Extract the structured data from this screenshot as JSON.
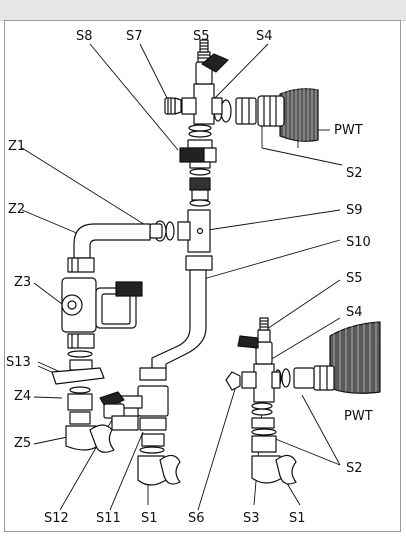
{
  "labels": {
    "S8": "S8",
    "S7": "S7",
    "S5_top": "S5",
    "S4_top": "S4",
    "PWT_top": "PWT",
    "S2_top": "S2",
    "Z1": "Z1",
    "S9": "S9",
    "Z2": "Z2",
    "S10": "S10",
    "Z3": "Z3",
    "S5_mid": "S5",
    "S4_mid": "S4",
    "S13": "S13",
    "Z4": "Z4",
    "PWT_bot": "PWT",
    "Z5": "Z5",
    "S2_bot": "S2",
    "S12": "S12",
    "S11": "S11",
    "S1_left": "S1",
    "S6": "S6",
    "S3": "S3",
    "S1_right": "S1"
  },
  "colors": {
    "stroke": "#111111",
    "fill": "#ffffff",
    "exchanger": "#555555",
    "handle": "#222222"
  }
}
